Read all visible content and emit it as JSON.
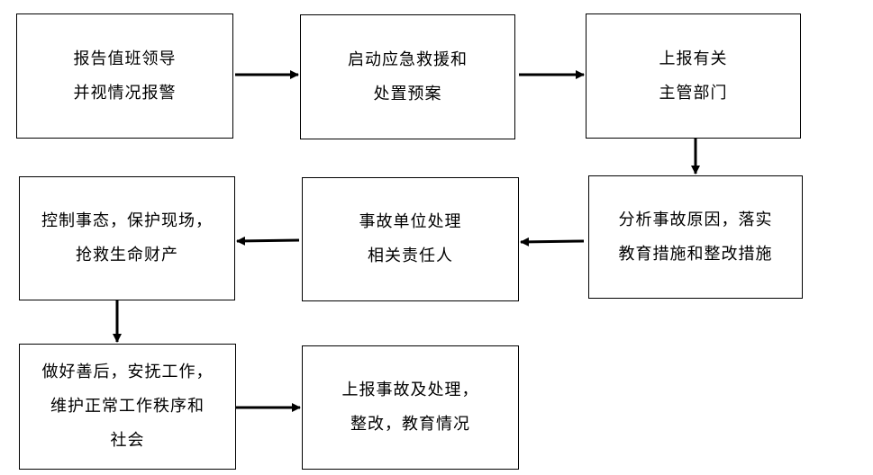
{
  "diagram": {
    "nodes": [
      {
        "id": "report-leader",
        "lines": [
          "报告值班领导",
          "并视情况报警"
        ]
      },
      {
        "id": "start-plan",
        "lines": [
          "启动应急救援和",
          "处置预案"
        ]
      },
      {
        "id": "report-dept",
        "lines": [
          "上报有关",
          "主管部门"
        ]
      },
      {
        "id": "analyze-cause",
        "lines": [
          "分析事故原因，落实",
          "教育措施和整改措施"
        ]
      },
      {
        "id": "handle-responsible",
        "lines": [
          "事故单位处理",
          "相关责任人"
        ]
      },
      {
        "id": "control-situation",
        "lines": [
          "控制事态，保护现场，",
          "抢救生命财产"
        ]
      },
      {
        "id": "aftermath",
        "lines": [
          "做好善后，安抚工作，",
          "维护正常工作秩序和",
          "社会"
        ]
      },
      {
        "id": "report-result",
        "lines": [
          "上报事故及处理，",
          "整改，教育情况"
        ]
      }
    ],
    "edges": [
      {
        "from": "report-leader",
        "to": "start-plan"
      },
      {
        "from": "start-plan",
        "to": "report-dept"
      },
      {
        "from": "report-dept",
        "to": "analyze-cause"
      },
      {
        "from": "analyze-cause",
        "to": "handle-responsible"
      },
      {
        "from": "handle-responsible",
        "to": "control-situation"
      },
      {
        "from": "control-situation",
        "to": "aftermath"
      },
      {
        "from": "aftermath",
        "to": "report-result"
      }
    ]
  }
}
